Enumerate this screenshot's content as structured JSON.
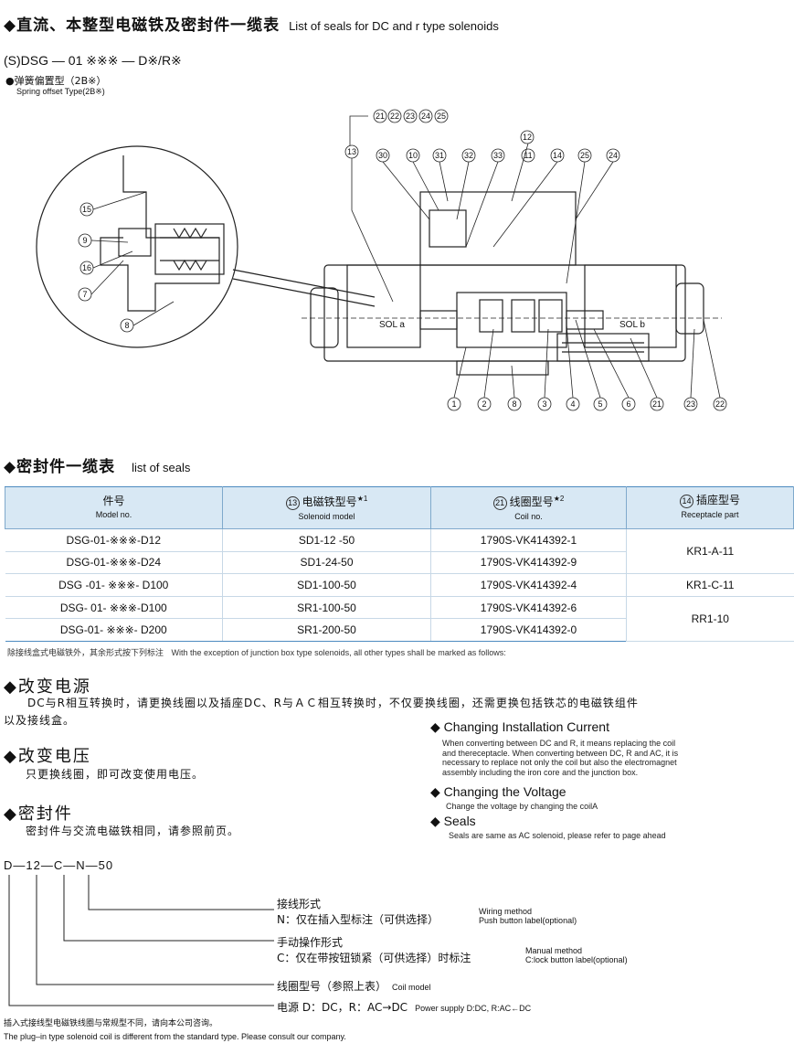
{
  "header": {
    "title_zh": "◆直流、本整型电磁铁及密封件一缆表",
    "title_en": "List of seals for DC and r type solenoids",
    "model_code": "(S)DSG — 01 ※※※ — D※/R※",
    "type_zh": "●弹簧偏置型（2B※）",
    "type_en": "Spring offset Type(2B※)"
  },
  "diagram": {
    "callouts_top": [
      "21",
      "22",
      "23",
      "24",
      "25",
      "12",
      "13",
      "30",
      "10",
      "31",
      "32",
      "33",
      "11",
      "14",
      "25",
      "24"
    ],
    "callouts_left": [
      "15",
      "9",
      "16",
      "7",
      "8"
    ],
    "callouts_bottom": [
      "1",
      "2",
      "8",
      "3",
      "4",
      "5",
      "6",
      "21",
      "23",
      "22"
    ],
    "sol_a": "SOL a",
    "sol_b": "SOL b"
  },
  "seals_section": {
    "title_zh": "◆密封件一缆表",
    "title_en": "list of seals"
  },
  "table": {
    "headers": [
      {
        "zh": "件号",
        "en": "Model no."
      },
      {
        "num": "13",
        "zh": "电磁铁型号",
        "sup": "★1",
        "en": "Solenoid model"
      },
      {
        "num": "21",
        "zh": "线圈型号",
        "sup": "★2",
        "en": "Coil no."
      },
      {
        "num": "14",
        "zh": "插座型号",
        "en": "Receptacle part"
      }
    ],
    "rows": [
      {
        "model": "DSG-01-※※※-D12",
        "solenoid": "SD1-12 -50",
        "coil": "1790S-VK414392-1"
      },
      {
        "model": "DSG-01-※※※-D24",
        "solenoid": "SD1-24-50",
        "coil": "1790S-VK414392-9"
      },
      {
        "model": "DSG -01- ※※※- D100",
        "solenoid": "SD1-100-50",
        "coil": "1790S-VK414392-4"
      },
      {
        "model": "DSG- 01- ※※※-D100",
        "solenoid": "SR1-100-50",
        "coil": "1790S-VK414392-6"
      },
      {
        "model": "DSG-01- ※※※- D200",
        "solenoid": "SR1-200-50",
        "coil": "1790S-VK414392-0"
      }
    ],
    "receptacles": [
      "KR1-A-11",
      "KR1-C-11",
      "RR1-10"
    ],
    "note_zh": "除接线盒式电磁铁外，其余形式按下列标注",
    "note_en": "With the exception of junction box type solenoids, all other types shall be marked as follows:"
  },
  "change_power": {
    "title": "◆改变电源",
    "text1": "DC与R相互转换时，请更换线圈以及插座DC、R与ＡＣ相互转换时，不仅要换线圈，还需更换包括铁芯的电磁铁组件",
    "text2": "以及接线盒。"
  },
  "change_voltage": {
    "title": "◆改变电压",
    "text": "只更换线圈，即可改变使用电压。"
  },
  "seals": {
    "title": "◆密封件",
    "text": "密封件与交流电磁铁相同，请参照前页。"
  },
  "english": {
    "install_title": "◆ Changing Installation Current",
    "install_text": [
      "When converting between DC and R, it means replacing the coil",
      "and thereceptacle. When converting between DC, R and AC, it is",
      "necessary to replace not only the coil but also the electromagnet",
      "assembly including the iron core and the junction box."
    ],
    "voltage_title": "◆ Changing the Voltage",
    "voltage_text": "Change the voltage by changing the coilA",
    "seals_title": "◆  Seals",
    "seals_text": "Seals are same as AC solenoid, please refer to page ahead"
  },
  "code": {
    "string": "D—12—C—N—50",
    "wiring_zh": "接线形式",
    "wiring_n": "N：仅在插入型标注（可供选择）",
    "wiring_en1": "Wiring method",
    "wiring_en2": "Push button label(optional)",
    "manual_zh": "手动操作形式",
    "manual_c": "C：仅在带按钮锁紧（可供选择）时标注",
    "manual_en1": "Manual method",
    "manual_en2": "C:lock button label(optional)",
    "coil_zh": "线圈型号（参照上表）",
    "coil_en": "Coil model",
    "power_zh": "电源 D：DC，R：AC→DC",
    "power_en": "Power supply  D:DC,  R:AC←DC"
  },
  "footer": {
    "zh": "插入式接线型电磁铁线圈与常规型不同，请向本公司咨询。",
    "en": "The plug–in type solenoid coil is different from the standard type. Please consult our company."
  }
}
